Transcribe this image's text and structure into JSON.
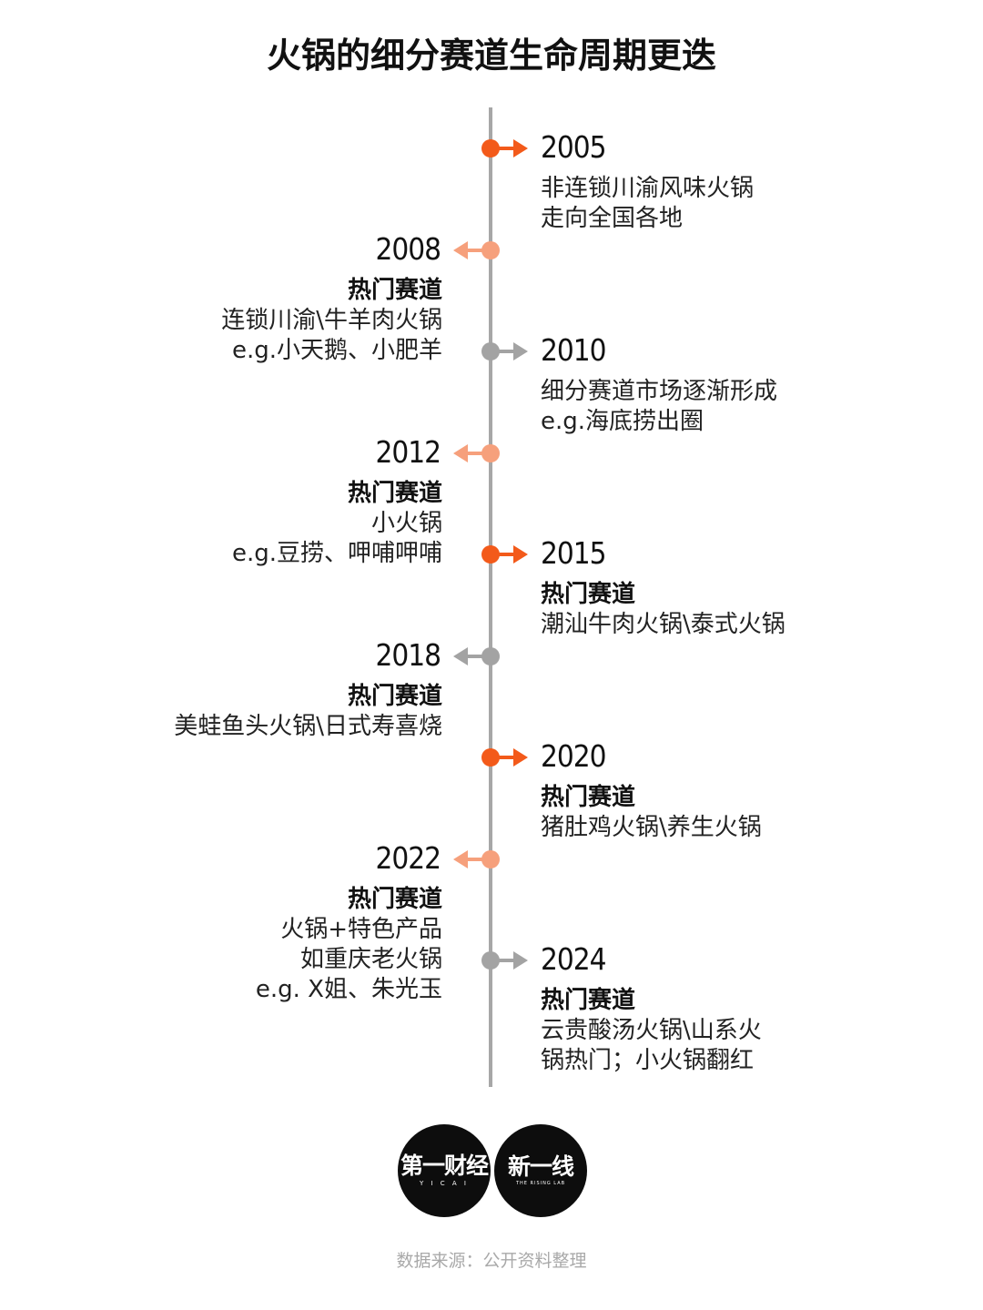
{
  "title": "火锅的细分赛道生命周期更迭",
  "colors": {
    "axis": "#a7a7a7",
    "orange": "#f35a1a",
    "light_orange": "#f6a07c",
    "gray": "#a3a3a3"
  },
  "events": [
    {
      "year": "2005",
      "side": "right",
      "color": "orange",
      "lines": [
        "非连锁川渝风味火锅",
        "走向全国各地"
      ],
      "label": ""
    },
    {
      "year": "2008",
      "side": "left",
      "color": "light_orange",
      "label": "热门赛道",
      "lines": [
        "连锁川渝\\牛羊肉火锅",
        "e.g.小天鹅、小肥羊"
      ]
    },
    {
      "year": "2010",
      "side": "right",
      "color": "gray",
      "label": "",
      "lines": [
        "细分赛道市场逐渐形成",
        "e.g.海底捞出圈"
      ]
    },
    {
      "year": "2012",
      "side": "left",
      "color": "light_orange",
      "label": "热门赛道",
      "lines": [
        "小火锅",
        "e.g.豆捞、呷哺呷哺"
      ]
    },
    {
      "year": "2015",
      "side": "right",
      "color": "orange",
      "label": "热门赛道",
      "lines": [
        "潮汕牛肉火锅\\泰式火锅"
      ]
    },
    {
      "year": "2018",
      "side": "left",
      "color": "gray",
      "label": "热门赛道",
      "lines": [
        "美蛙鱼头火锅\\日式寿喜烧"
      ]
    },
    {
      "year": "2020",
      "side": "right",
      "color": "orange",
      "label": "热门赛道",
      "lines": [
        "猪肚鸡火锅\\养生火锅"
      ]
    },
    {
      "year": "2022",
      "side": "left",
      "color": "light_orange",
      "label": "热门赛道",
      "lines": [
        "火锅+特色产品",
        "如重庆老火锅",
        "e.g. X姐、朱光玉"
      ]
    },
    {
      "year": "2024",
      "side": "right",
      "color": "gray",
      "label": "热门赛道",
      "lines": [
        "云贵酸汤火锅\\山系火",
        "锅热门；小火锅翻红"
      ]
    }
  ],
  "logos": [
    {
      "name": "第一财经",
      "sub": "Y I C A I"
    },
    {
      "name": "新一线",
      "sub": "THE RISING LAB"
    }
  ],
  "source": "数据来源：公开资料整理"
}
